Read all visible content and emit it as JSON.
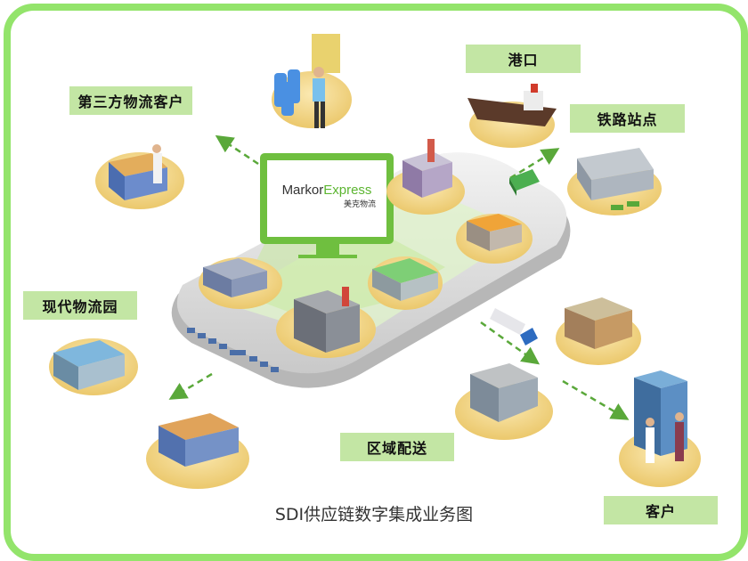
{
  "labels": {
    "port": "港口",
    "railway": "铁路站点",
    "third_party": "第三方物流客户",
    "logistics_park": "现代物流园",
    "regional": "区域配送",
    "customer": "客户"
  },
  "brand": {
    "name_part1": "Markor",
    "name_part2": "Express",
    "sub": "美克物流"
  },
  "caption": "SDI供应链数字集成业务图",
  "colors": {
    "frame": "#93e46b",
    "label_bg": "#c3e6a4",
    "brand_green": "#5cb531",
    "disc": "#f3d98a"
  }
}
